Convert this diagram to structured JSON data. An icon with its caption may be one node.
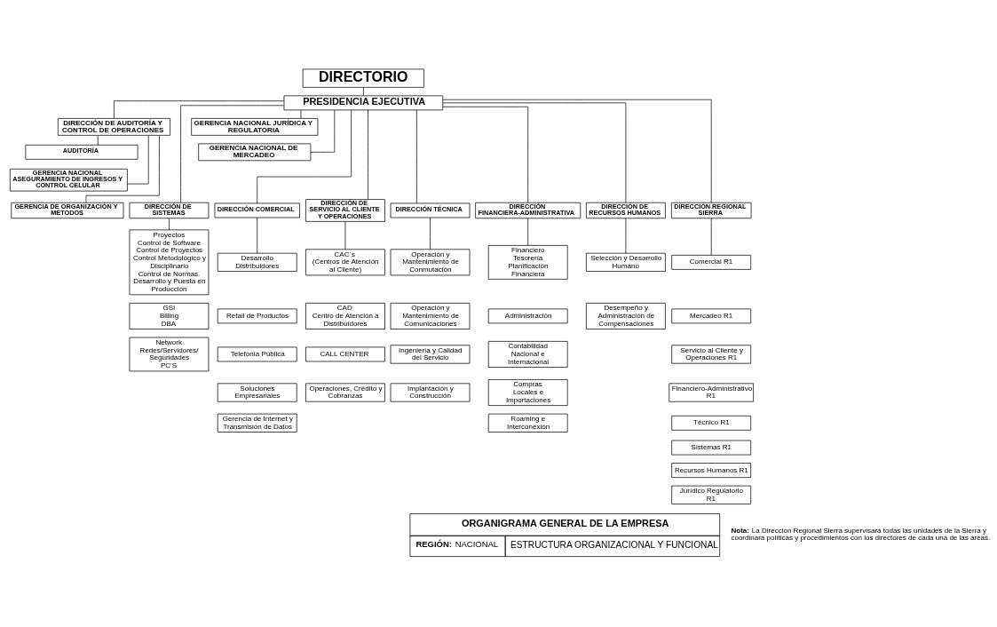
{
  "diagram": {
    "nodes": [
      {
        "text": [
          "DIRECTORIO"
        ]
      },
      {
        "text": [
          "PRESIDENCIA EJECUTIVA"
        ]
      },
      {
        "text": [
          "DIRECCIÓN DE AUDITORÍA Y CONTROL DE OPERACIONES"
        ]
      },
      {
        "text": [
          "AUDITORÍA"
        ]
      },
      {
        "text": [
          "GERENCIA NACIONAL ASEGURAMIENTO DE INGRESOS Y CONTROL CELULAR"
        ]
      },
      {
        "text": [
          "GERENCIA DE ORGANIZACIÓN Y MÉTODOS"
        ]
      },
      {
        "text": [
          "GERENCIA NACIONAL JURÍDICA Y REGULATORIA"
        ]
      },
      {
        "text": [
          "GERENCIA NACIONAL DE MERCADEO"
        ]
      },
      {
        "text": [
          "DIRECCIÓN DE SISTEMAS"
        ]
      },
      {
        "text": [
          "DIRECCIÓN COMERCIAL"
        ]
      },
      {
        "text": [
          "DIRECCIÓN DE SERVICIO AL CLIENTE Y OPERACIONES"
        ]
      },
      {
        "text": [
          "DIRECCIÓN TÉCNICA"
        ]
      },
      {
        "text": [
          "DIRECCIÓN FINANCIERA-ADMINISTRATIVA"
        ]
      },
      {
        "text": [
          "DIRECCIÓN DE RECURSOS HUMANOS"
        ]
      },
      {
        "text": [
          "DIRECCIÓN REGIONAL SIERRA"
        ]
      },
      {
        "text": [
          "Proyectos",
          "Control de Software",
          "Control de Proyectos",
          "Control Metodológico y Disciplinario",
          "Control de Normas.",
          "Desarrollo y Puesta en Producción"
        ]
      },
      {
        "text": [
          "GSI",
          "Billing",
          "DBA"
        ]
      },
      {
        "text": [
          "Network",
          "Redes/Servidores/ Seguridades",
          "PC'S"
        ]
      },
      {
        "text": [
          "Desarrollo Distribuidores"
        ]
      },
      {
        "text": [
          "Retail de Productos"
        ]
      },
      {
        "text": [
          "Telefonía Pública"
        ]
      },
      {
        "text": [
          "Soluciones Empresariales"
        ]
      },
      {
        "text": [
          "Gerencia de Internet y Transmisión de Datos"
        ]
      },
      {
        "text": [
          "CAC´s",
          "(Centros de Atención al Cliente)"
        ]
      },
      {
        "text": [
          "CAD",
          "Centro de Atención a Distribuidores"
        ]
      },
      {
        "text": [
          "CALL CENTER"
        ]
      },
      {
        "text": [
          "Operaciones, Crédito y Cobranzas"
        ]
      },
      {
        "text": [
          "Operación y Mantenimiento de Conmutación"
        ]
      },
      {
        "text": [
          "Operación y Mantenimiento de Comunicaciones"
        ]
      },
      {
        "text": [
          "Ingeniería y Calidad del Servicio"
        ]
      },
      {
        "text": [
          "Implantación y Construcción"
        ]
      },
      {
        "text": [
          "Financiero",
          "Tesorería",
          "Planificación Financiera"
        ]
      },
      {
        "text": [
          "Administración"
        ]
      },
      {
        "text": [
          "Contabilidad",
          "Nacional e Internacional"
        ]
      },
      {
        "text": [
          "Compras",
          "Locales e Importaciones"
        ]
      },
      {
        "text": [
          "Roaming e Interconexión"
        ]
      },
      {
        "text": [
          "Selección y Desarrollo Humano"
        ]
      },
      {
        "text": [
          "Desempeño y Administración de Compensaciones"
        ]
      },
      {
        "text": [
          "Comercial R1"
        ]
      },
      {
        "text": [
          "Mercadeo R1"
        ]
      },
      {
        "text": [
          "Servicio al Cliente y Operaciones R1"
        ]
      },
      {
        "text": [
          "Financiero-Administrativo R1"
        ]
      },
      {
        "text": [
          "Técnico R1"
        ]
      },
      {
        "text": [
          "Sistemas R1"
        ]
      },
      {
        "text": [
          "Recursos Humanos R1"
        ]
      },
      {
        "text": [
          "Jurídico Regulatorio R1"
        ]
      }
    ],
    "edges": [
      {
        "from": 0,
        "to": 1,
        "arrow": "none"
      },
      {
        "from": 1,
        "to": 2,
        "arrow": "none"
      },
      {
        "from": 2,
        "to": 3,
        "arrow": "none"
      },
      {
        "from": 2,
        "to": 4,
        "arrow": "none"
      },
      {
        "from": 2,
        "to": 5,
        "arrow": "none"
      },
      {
        "from": 1,
        "to": 6,
        "arrow": "none"
      },
      {
        "from": 1,
        "to": 7,
        "arrow": "none"
      },
      {
        "from": 1,
        "to": 8,
        "arrow": "none"
      },
      {
        "from": 1,
        "to": 9,
        "arrow": "none"
      },
      {
        "from": 1,
        "to": 10,
        "arrow": "none"
      },
      {
        "from": 1,
        "to": 11,
        "arrow": "none"
      },
      {
        "from": 1,
        "to": 12,
        "arrow": "none"
      },
      {
        "from": 1,
        "to": 13,
        "arrow": "none"
      },
      {
        "from": 1,
        "to": 14,
        "arrow": "none"
      },
      {
        "from": 8,
        "to": 15,
        "arrow": "none"
      },
      {
        "from": 9,
        "to": 18,
        "arrow": "none"
      },
      {
        "from": 10,
        "to": 23,
        "arrow": "none"
      },
      {
        "from": 11,
        "to": 27,
        "arrow": "none"
      },
      {
        "from": 12,
        "to": 31,
        "arrow": "none"
      },
      {
        "from": 13,
        "to": 36,
        "arrow": "none"
      },
      {
        "from": 14,
        "to": 38,
        "arrow": "none"
      }
    ],
    "labels": [
      "ORGANIGRAMA GENERAL DE LA EMPRESA",
      "**REGIÓN:** NACIONAL",
      "ESTRUCTURA ORGANIZACIONAL Y FUNCIONAL",
      "**Nota:** La Dirección Regional Sierra supervisará todas las unidades de la Sierra y coordinará políticas y procedimientos con los directores de cada una de las áreas."
    ]
  }
}
